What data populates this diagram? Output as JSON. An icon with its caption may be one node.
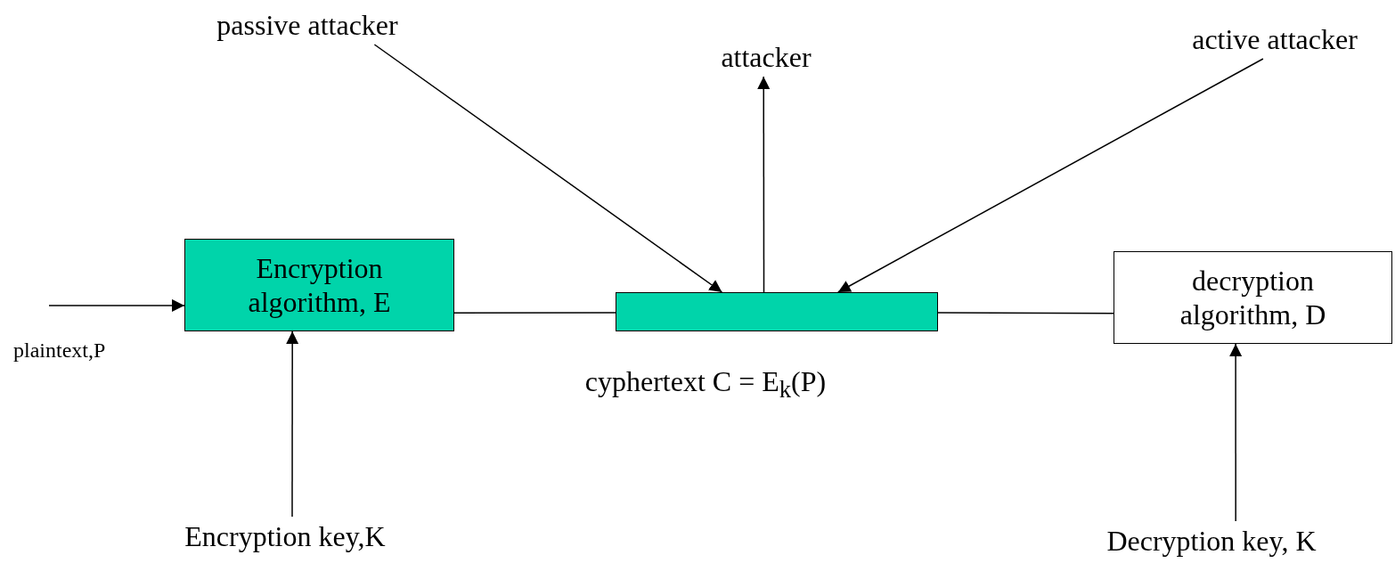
{
  "diagram": {
    "nodes": [
      {
        "text": [
          "Encryption algorithm, E"
        ]
      },
      {
        "text": [],
        "shape": "bar",
        "beside": [
          "cyphertext C = E$_{k}$(P)"
        ]
      },
      {
        "text": [
          "decryption algorithm, D"
        ]
      },
      {
        "text": [
          "Encryption key,K"
        ]
      },
      {
        "text": [
          "Decryption key, K"
        ]
      },
      {
        "text": [
          "passive attacker"
        ]
      },
      {
        "text": [
          "attacker"
        ]
      },
      {
        "text": [
          "active attacker"
        ]
      }
    ],
    "edges": [
      {
        "from": null,
        "to": 0,
        "arrow": "to"
      },
      {
        "from": 3,
        "to": 0,
        "arrow": "to"
      },
      {
        "from": 4,
        "to": 2,
        "arrow": "to"
      },
      {
        "from": 0,
        "to": 1,
        "arrow": "none"
      },
      {
        "from": 1,
        "to": 2,
        "arrow": "none"
      },
      {
        "from": 5,
        "to": 1,
        "arrow": "to"
      },
      {
        "from": 1,
        "to": 6,
        "arrow": "to"
      },
      {
        "from": 7,
        "to": 1,
        "arrow": "to"
      }
    ],
    "labels": [
      "plaintext,P"
    ]
  }
}
